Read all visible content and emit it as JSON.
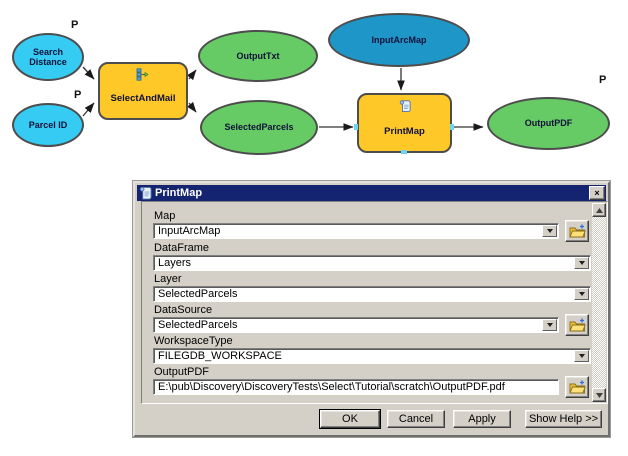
{
  "diagram": {
    "nodes": {
      "search_distance": {
        "label": "Search Distance",
        "badge": "P"
      },
      "parcel_id": {
        "label": "Parcel ID",
        "badge": "P"
      },
      "select_and_mail": {
        "label": "SelectAndMail"
      },
      "output_txt": {
        "label": "OutputTxt"
      },
      "selected_parcels": {
        "label": "SelectedParcels"
      },
      "input_arc_map": {
        "label": "InputArcMap"
      },
      "print_map": {
        "label": "PrintMap"
      },
      "output_pdf": {
        "label": "OutputPDF",
        "badge": "P"
      }
    },
    "colors": {
      "input_parameter": "#35cbf2",
      "input_data": "#1f96c8",
      "output_data": "#66cb64",
      "tool": "#ffc829"
    }
  },
  "dialog": {
    "title": "PrintMap",
    "close_glyph": "×",
    "fields": [
      {
        "label": "Map",
        "value": "InputArcMap"
      },
      {
        "label": "DataFrame",
        "value": "Layers"
      },
      {
        "label": "Layer",
        "value": "SelectedParcels"
      },
      {
        "label": "DataSource",
        "value": "SelectedParcels"
      },
      {
        "label": "WorkspaceType",
        "value": "FILEGDB_WORKSPACE"
      },
      {
        "label": "OutputPDF",
        "value": "E:\\pub\\Discovery\\DiscoveryTests\\Select\\Tutorial\\scratch\\OutputPDF.pdf"
      }
    ],
    "buttons": {
      "ok": "OK",
      "cancel": "Cancel",
      "apply": "Apply",
      "show_help": "Show Help >>"
    }
  }
}
